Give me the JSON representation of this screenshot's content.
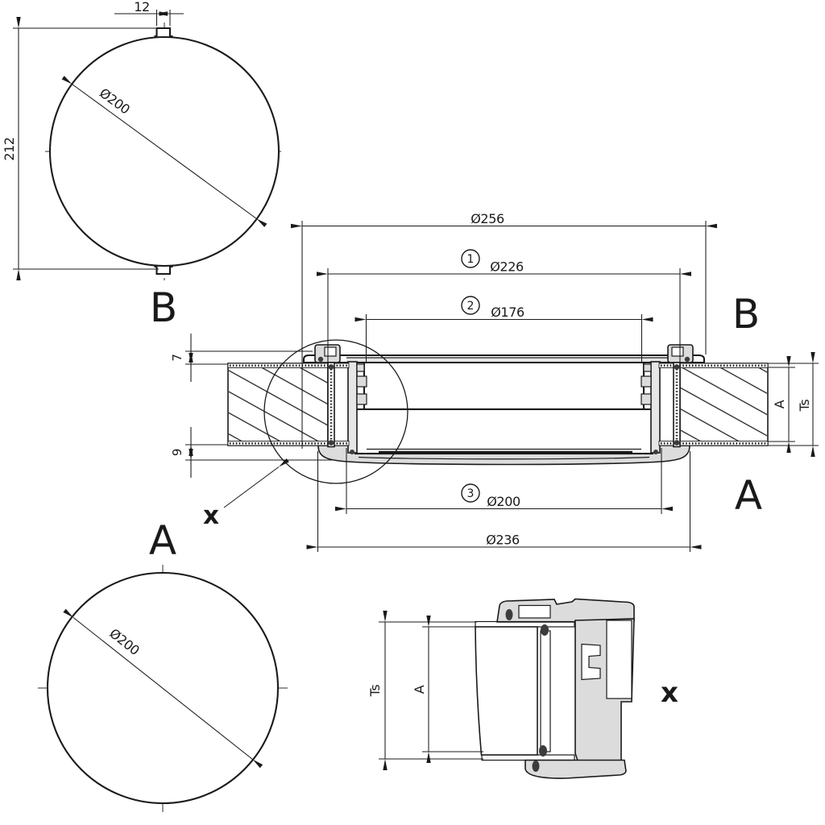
{
  "view_b": {
    "name": "B",
    "dim_diameter": "Ø200",
    "dim_height": "212",
    "dim_notch": "12"
  },
  "view_a": {
    "name": "A",
    "dim_diameter": "Ø200"
  },
  "section": {
    "label_b": "B",
    "label_a": "A",
    "dim_256": "Ø256",
    "dim_226": "Ø226",
    "dim_176": "Ø176",
    "dim_200": "Ø200",
    "dim_236": "Ø236",
    "balloon_1": "1",
    "balloon_2": "2",
    "balloon_3": "3",
    "dim_edge_top": "7",
    "dim_edge_bottom": "9",
    "dim_a": "A",
    "dim_ts": "Ts",
    "detail_marker": "x"
  },
  "detail_x": {
    "name": "x",
    "dim_a": "A",
    "dim_ts": "Ts"
  },
  "colors": {
    "line": "#1a1a1a",
    "profile_fill": "#dcdcdc",
    "seal": "#3c3c3c",
    "background": "#ffffff"
  }
}
